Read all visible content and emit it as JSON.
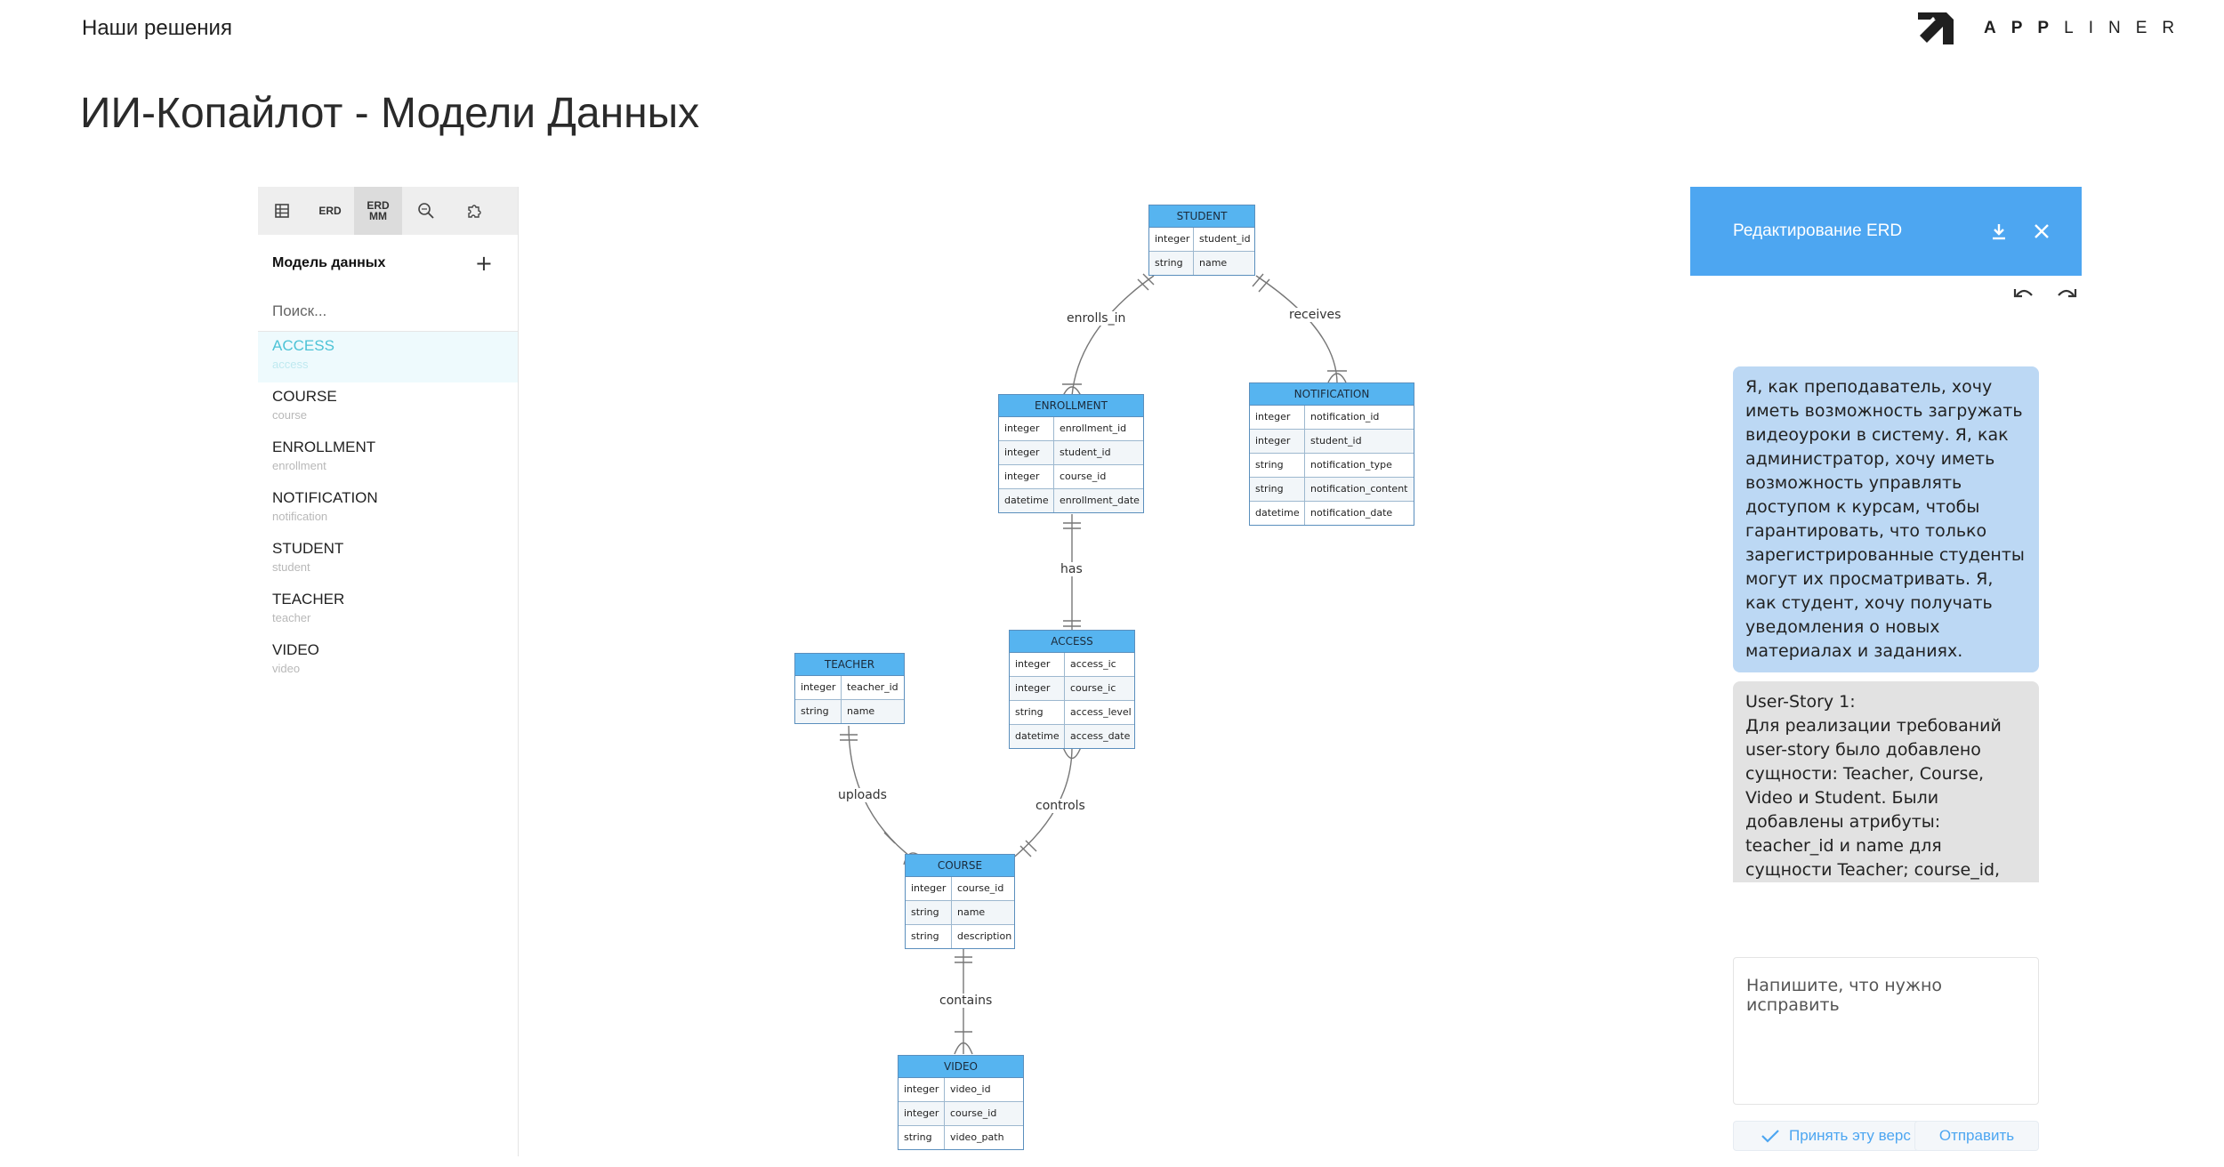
{
  "header": {
    "nav_link": "Наши решения",
    "logo_text": "APPLINER",
    "page_title": "ИИ-Копайлот - Модели Данных"
  },
  "sidebar": {
    "tools": [
      {
        "icon": "table-icon",
        "label": ""
      },
      {
        "icon": "erd-icon",
        "label": "ERD"
      },
      {
        "icon": "erd-mm-icon",
        "label": "ERD MM"
      },
      {
        "icon": "search-zoom-icon",
        "label": ""
      },
      {
        "icon": "puzzle-icon",
        "label": ""
      }
    ],
    "title": "Модель данных",
    "search_placeholder": "Поиск...",
    "entities": [
      {
        "name": "ACCESS",
        "sub": "access",
        "active": true
      },
      {
        "name": "COURSE",
        "sub": "course"
      },
      {
        "name": "ENROLLMENT",
        "sub": "enrollment"
      },
      {
        "name": "NOTIFICATION",
        "sub": "notification"
      },
      {
        "name": "STUDENT",
        "sub": "student"
      },
      {
        "name": "TEACHER",
        "sub": "teacher"
      },
      {
        "name": "VIDEO",
        "sub": "video"
      }
    ]
  },
  "diagram": {
    "entities": {
      "student": {
        "title": "STUDENT",
        "rows": [
          [
            "integer",
            "student_id"
          ],
          [
            "string",
            "name"
          ]
        ]
      },
      "enrollment": {
        "title": "ENROLLMENT",
        "rows": [
          [
            "integer",
            "enrollment_id"
          ],
          [
            "integer",
            "student_id"
          ],
          [
            "integer",
            "course_id"
          ],
          [
            "datetime",
            "enrollment_date"
          ]
        ]
      },
      "notification": {
        "title": "NOTIFICATION",
        "rows": [
          [
            "integer",
            "notification_id"
          ],
          [
            "integer",
            "student_id"
          ],
          [
            "string",
            "notification_type"
          ],
          [
            "string",
            "notification_content"
          ],
          [
            "datetime",
            "notification_date"
          ]
        ]
      },
      "access": {
        "title": "ACCESS",
        "rows": [
          [
            "integer",
            "access_ic"
          ],
          [
            "integer",
            "course_ic"
          ],
          [
            "string",
            "access_level"
          ],
          [
            "datetime",
            "access_date"
          ]
        ]
      },
      "teacher": {
        "title": "TEACHER",
        "rows": [
          [
            "integer",
            "teacher_id"
          ],
          [
            "string",
            "name"
          ]
        ]
      },
      "course": {
        "title": "COURSE",
        "rows": [
          [
            "integer",
            "course_id"
          ],
          [
            "string",
            "name"
          ],
          [
            "string",
            "description"
          ]
        ]
      },
      "video": {
        "title": "VIDEO",
        "rows": [
          [
            "integer",
            "video_id"
          ],
          [
            "integer",
            "course_id"
          ],
          [
            "string",
            "video_path"
          ]
        ]
      }
    },
    "relations": {
      "enrolls_in": "enrolls_in",
      "receives": "receives",
      "has": "has",
      "uploads": "uploads",
      "controls": "controls",
      "contains": "contains"
    }
  },
  "panel": {
    "title": "Редактирование ERD",
    "user_message": "Я, как преподаватель, хочу иметь возможность загружать видеоуроки в систему. Я, как администратор, хочу иметь возможность управлять доступом к курсам, чтобы гарантировать, что только зарегистрированные студенты могут их просматривать. Я, как студент, хочу получать уведомления о новых материалах и заданиях.",
    "bot_message": "User-Story 1:\nДля реализации требований user-story было добавлено сущности: Teacher, Course, Video и Student. Были добавлены атрибуты: teacher_id и name для сущности Teacher; course_id, name и",
    "input_placeholder": "Напишите, что нужно исправить",
    "accept_label": "Принять эту верс",
    "send_label": "Отправить"
  }
}
